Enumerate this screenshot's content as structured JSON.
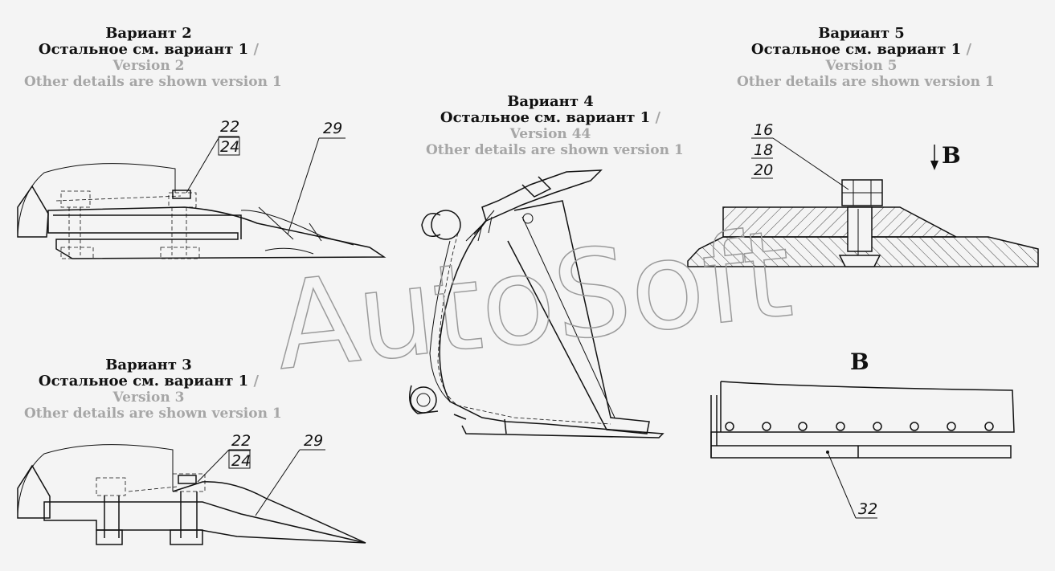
{
  "variants": [
    {
      "title": "Вариант 2",
      "note": "Остальное см. вариант 1",
      "slash": "/",
      "version": "Version 2",
      "other": "Other details are shown version 1"
    },
    {
      "title": "Вариант 4",
      "note": "Остальное см. вариант 1",
      "slash": "/",
      "version": "Version 44",
      "other": "Other details are shown version 1"
    },
    {
      "title": "Вариант 5",
      "note": "Остальное см. вариант 1",
      "slash": "/",
      "version": "Version 5",
      "other": "Other details are shown version 1"
    },
    {
      "title": "Вариант 3",
      "note": "Остальное см. вариант 1",
      "slash": "/",
      "version": "Version 3",
      "other": "Other details are shown version 1"
    }
  ],
  "callouts": {
    "v2": [
      "22",
      "24",
      "29"
    ],
    "v3": [
      "22",
      "24",
      "29"
    ],
    "v5": [
      "16",
      "18",
      "20"
    ],
    "viewB": [
      "32"
    ]
  },
  "section": {
    "arrow_label": "B",
    "view_label": "B"
  },
  "watermark": "AutoSoft"
}
